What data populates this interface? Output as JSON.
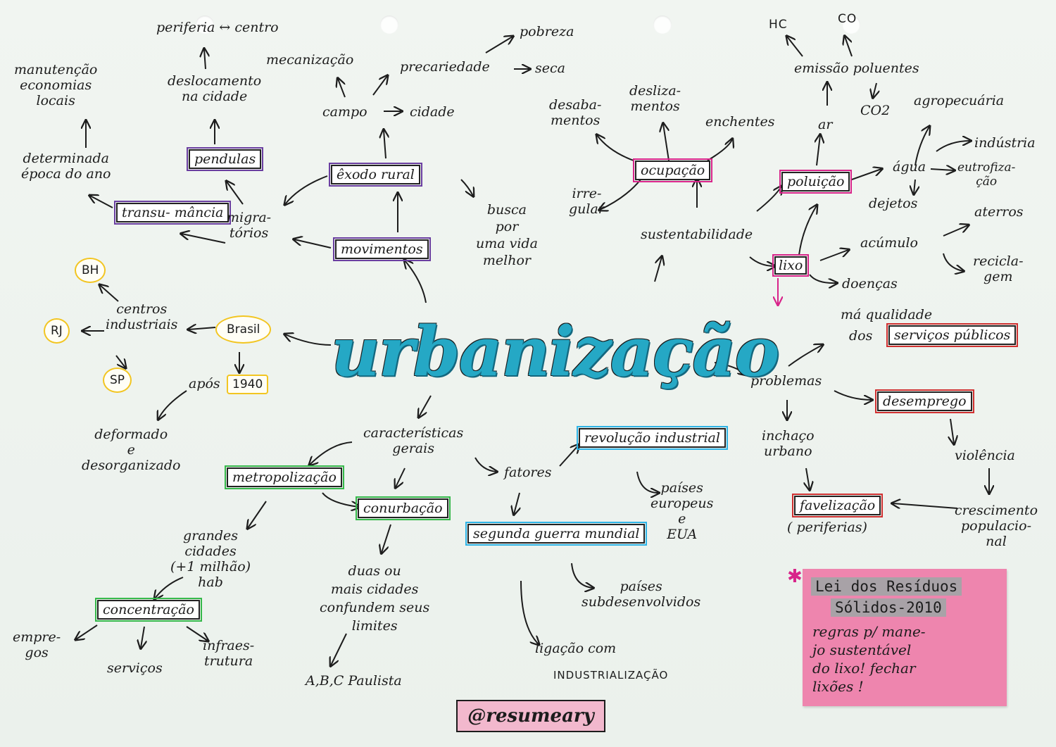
{
  "title": "urbanização",
  "watermark": "@resumeary",
  "nodes": {
    "periferia_centro": "periferia ↔ centro",
    "pobreza": "pobreza",
    "mecanizacao": "mecanização",
    "precariedade": "precariedade",
    "seca": "seca",
    "manutencao": "manutenção\neconomias\nlocais",
    "deslocamento": "deslocamento\nna cidade",
    "campo": "campo",
    "cidade": "cidade",
    "pendulas": "pendulas",
    "determinada": "determinada\népoca do ano",
    "exodo": "êxodo rural",
    "transumancia": "transu-\nmância",
    "migratorios": "migra-\ntórios",
    "movimentos": "movimentos",
    "busca": "busca\npor\numa vida\nmelhor",
    "bh": "BH",
    "centros": "centros\nindustriais",
    "rj": "RJ",
    "brasil": "Brasil",
    "sp": "SP",
    "apos": "após",
    "ano1940": "1940",
    "deformado": "deformado\ne\ndesorganizado",
    "caracteristicas": "características\ngerais",
    "metropolizacao": "metropolização",
    "conurbacao": "conurbação",
    "fatores": "fatores",
    "revolucao": "revolução\nindustrial",
    "paises_europeus": "países\neuropeus\ne\nEUA",
    "segunda_guerra": "segunda\nguerra mundial",
    "grandes_cidades": "grandes\ncidades\n(+1 milhão)\nhab",
    "concentracao": "concentração",
    "duas_ou_mais": "duas ou\nmais cidades\nconfundem seus\nlimites",
    "paises_sub": "países\nsubdesenvolvidos",
    "empregos": "empre-\ngos",
    "servicos": "serviços",
    "infraestrutura": "infraes-\ntrutura",
    "abc": "A,B,C Paulista",
    "ligacao": "ligação com",
    "industrializacao": "INDUSTRIALIZAÇÃO",
    "hc": "HC",
    "co": "CO",
    "emissao": "emissão poluentes",
    "co2": "CO2",
    "agropecuaria": "agropecuária",
    "deslizamentos": "desliza-\nmentos",
    "desabamentos": "desaba-\nmentos",
    "enchentes": "enchentes",
    "ar": "ar",
    "industria": "indústria",
    "ocupacao": "ocupação",
    "poluicao": "poluição",
    "agua": "água",
    "eutrofizacao": "eutrofiza-\nção",
    "irregular": "irre-\ngular",
    "dejetos": "dejetos",
    "aterros": "aterros",
    "sustentabilidade": "sustentabilidade",
    "acumulo": "acúmulo",
    "lixo": "lixo",
    "reciclagem": "recicla-\ngem",
    "doencas": "doenças",
    "ma_qualidade": "má qualidade",
    "dos": "dos",
    "servicos_publicos": "serviços públicos",
    "problemas": "problemas",
    "desemprego": "desemprego",
    "inchaco": "inchaço\nurbano",
    "violencia": "violência",
    "favelizacao": "favelização",
    "periferias": "( periferias)",
    "crescimento": "crescimento\npopulacio-\nnal"
  },
  "note": {
    "line1": "Lei dos Resíduos",
    "line2": "Sólidos-2010",
    "body": "regras p/ mane-\njo sustentável\ndo lixo! fechar\nlixões !"
  }
}
